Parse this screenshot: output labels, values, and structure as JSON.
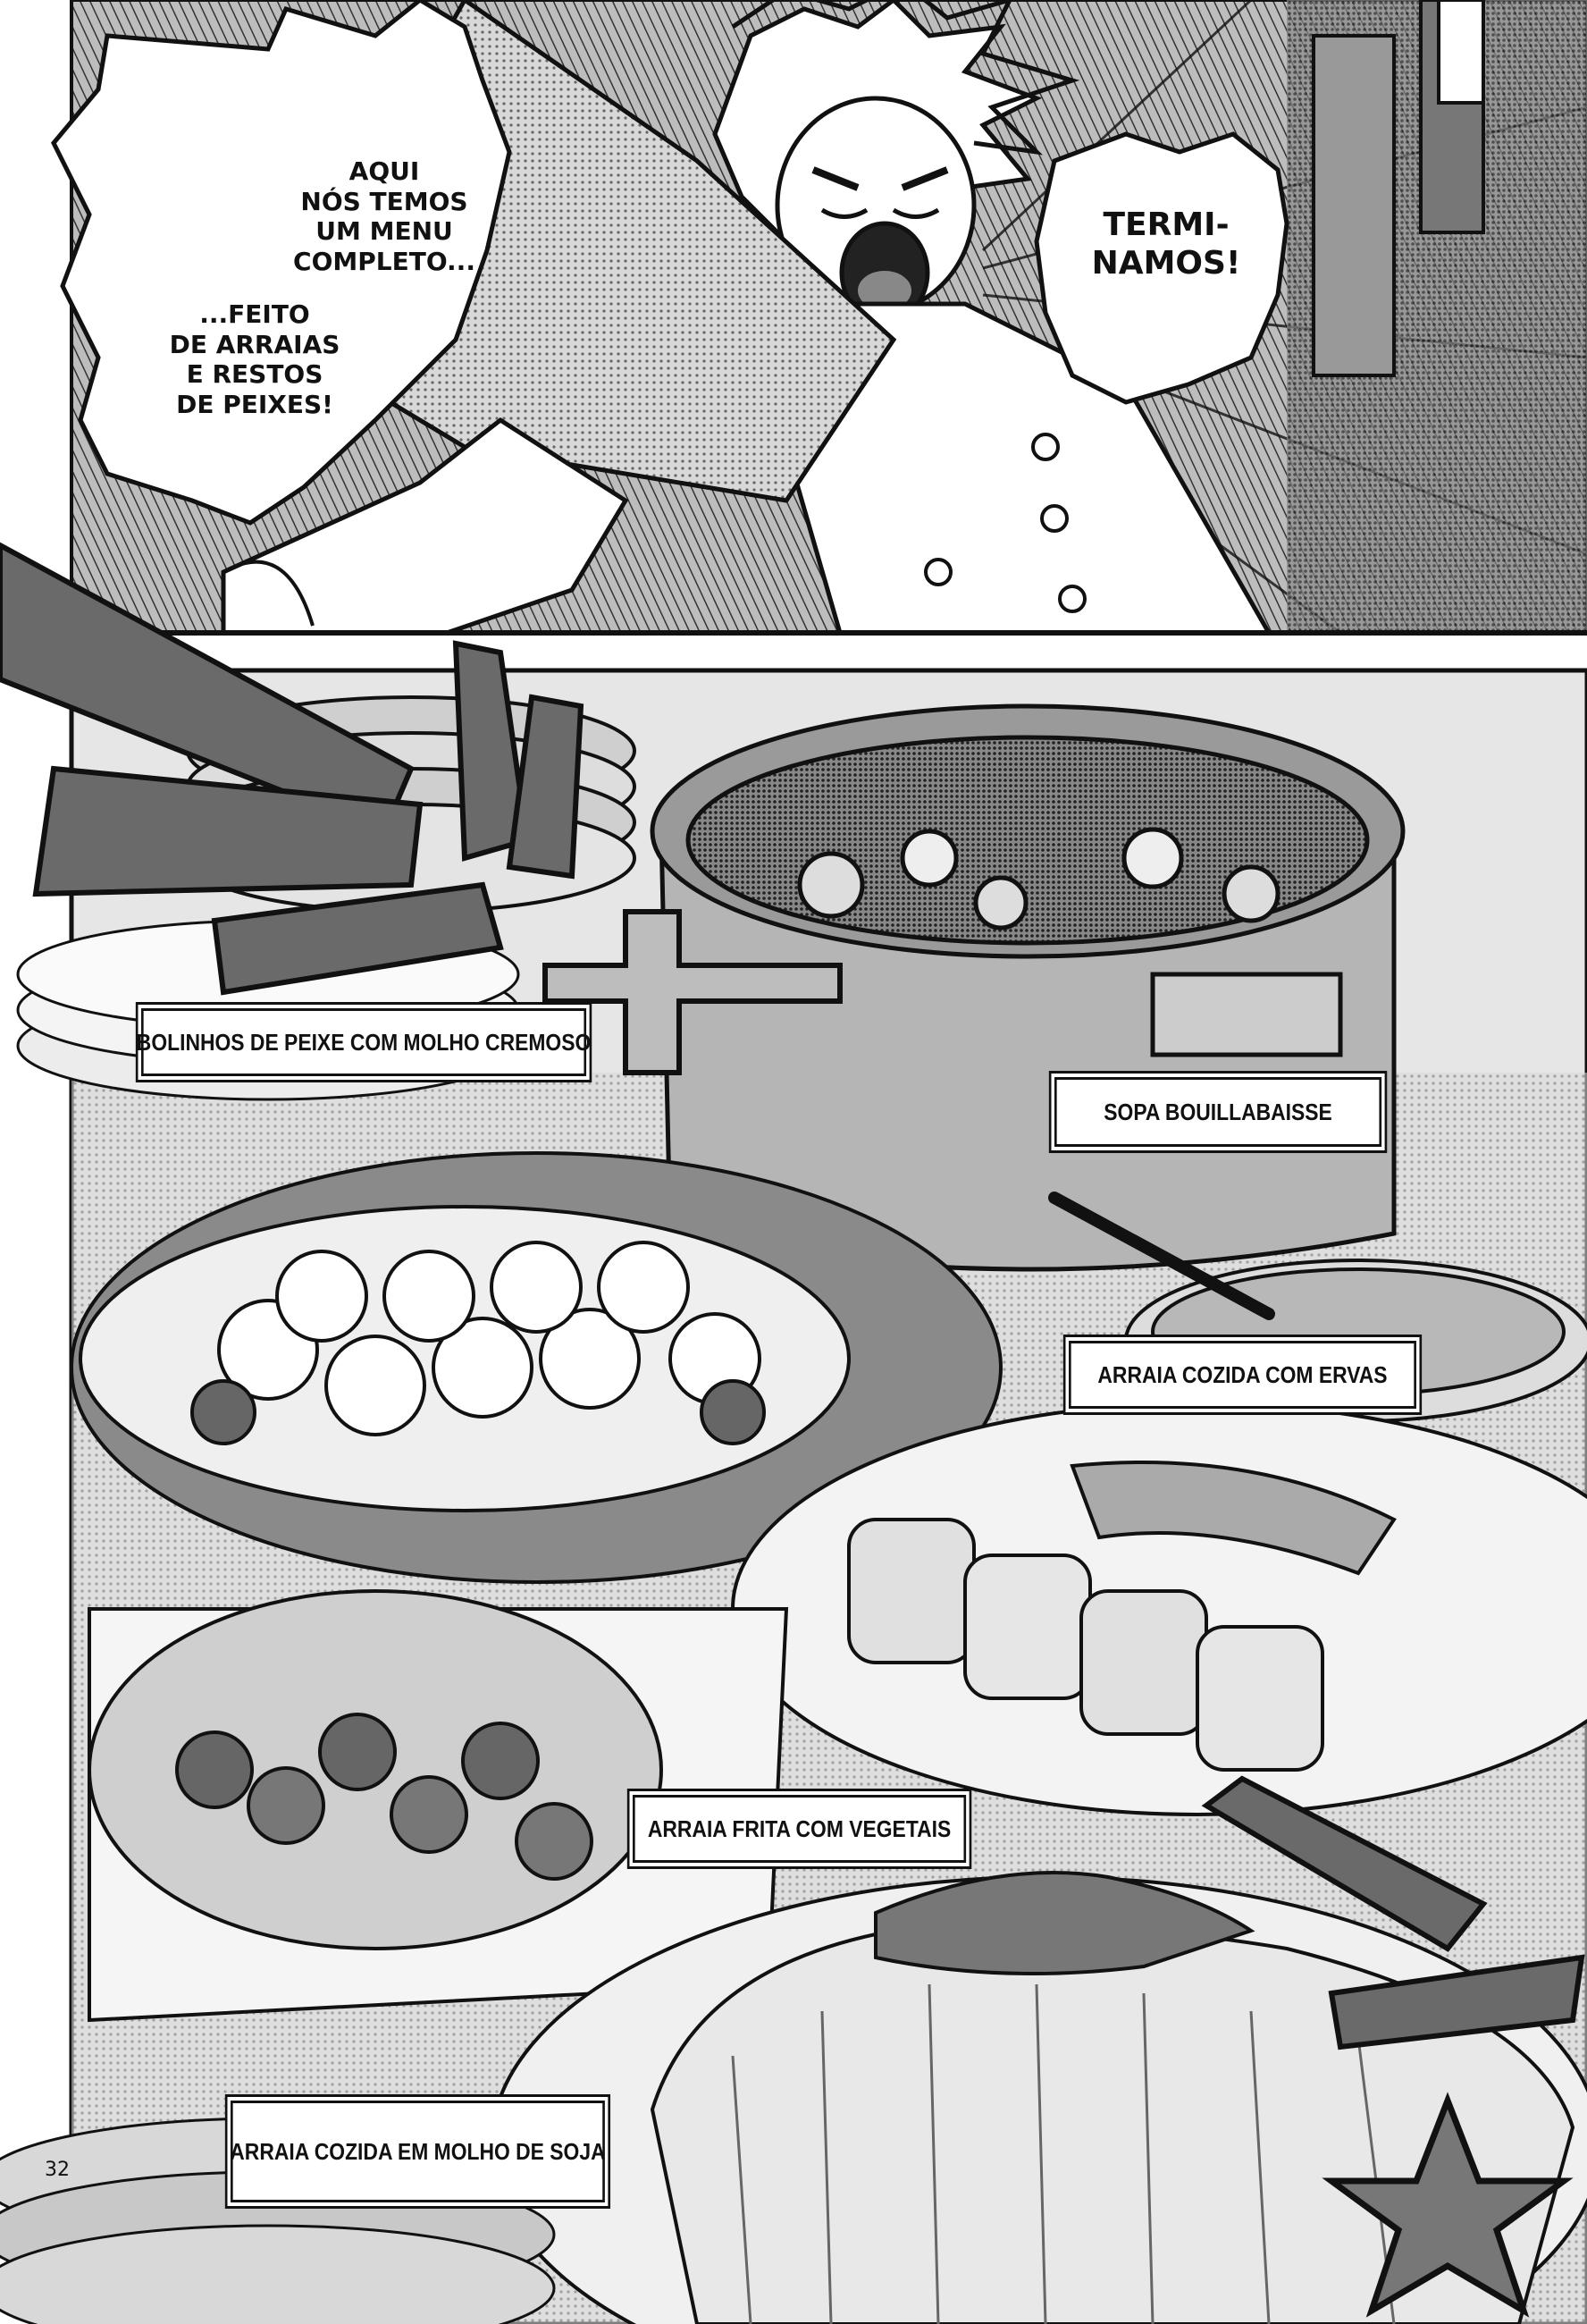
{
  "panel_top": {
    "dialogue_left_1": "AQUI\nNÓS TEMOS\nUM MENU\nCOMPLETO...",
    "dialogue_left_2": "...FEITO\nDE ARRAIAS\nE RESTOS\nDE PEIXES!",
    "dialogue_right": "TERMI-\nNAMOS!"
  },
  "panel_bottom": {
    "captions": {
      "fish_balls": "BOLINHOS DE PEIXE COM MOLHO CREMOSO",
      "bouillabaisse": "SOPA BOUILLABAISSE",
      "stewed_ray_herbs": "ARRAIA COZIDA COM ERVAS",
      "fried_ray_vegetables": "ARRAIA FRITA COM VEGETAIS",
      "stewed_ray_soy": "ARRAIA COZIDA EM MOLHO DE SOJA"
    }
  },
  "page_number": "32",
  "colors": {
    "ink": "#111111",
    "paper": "#ffffff",
    "tone_dark": "#555555",
    "tone_mid": "#8a8a8a",
    "tone_light": "#c8c8c8"
  }
}
